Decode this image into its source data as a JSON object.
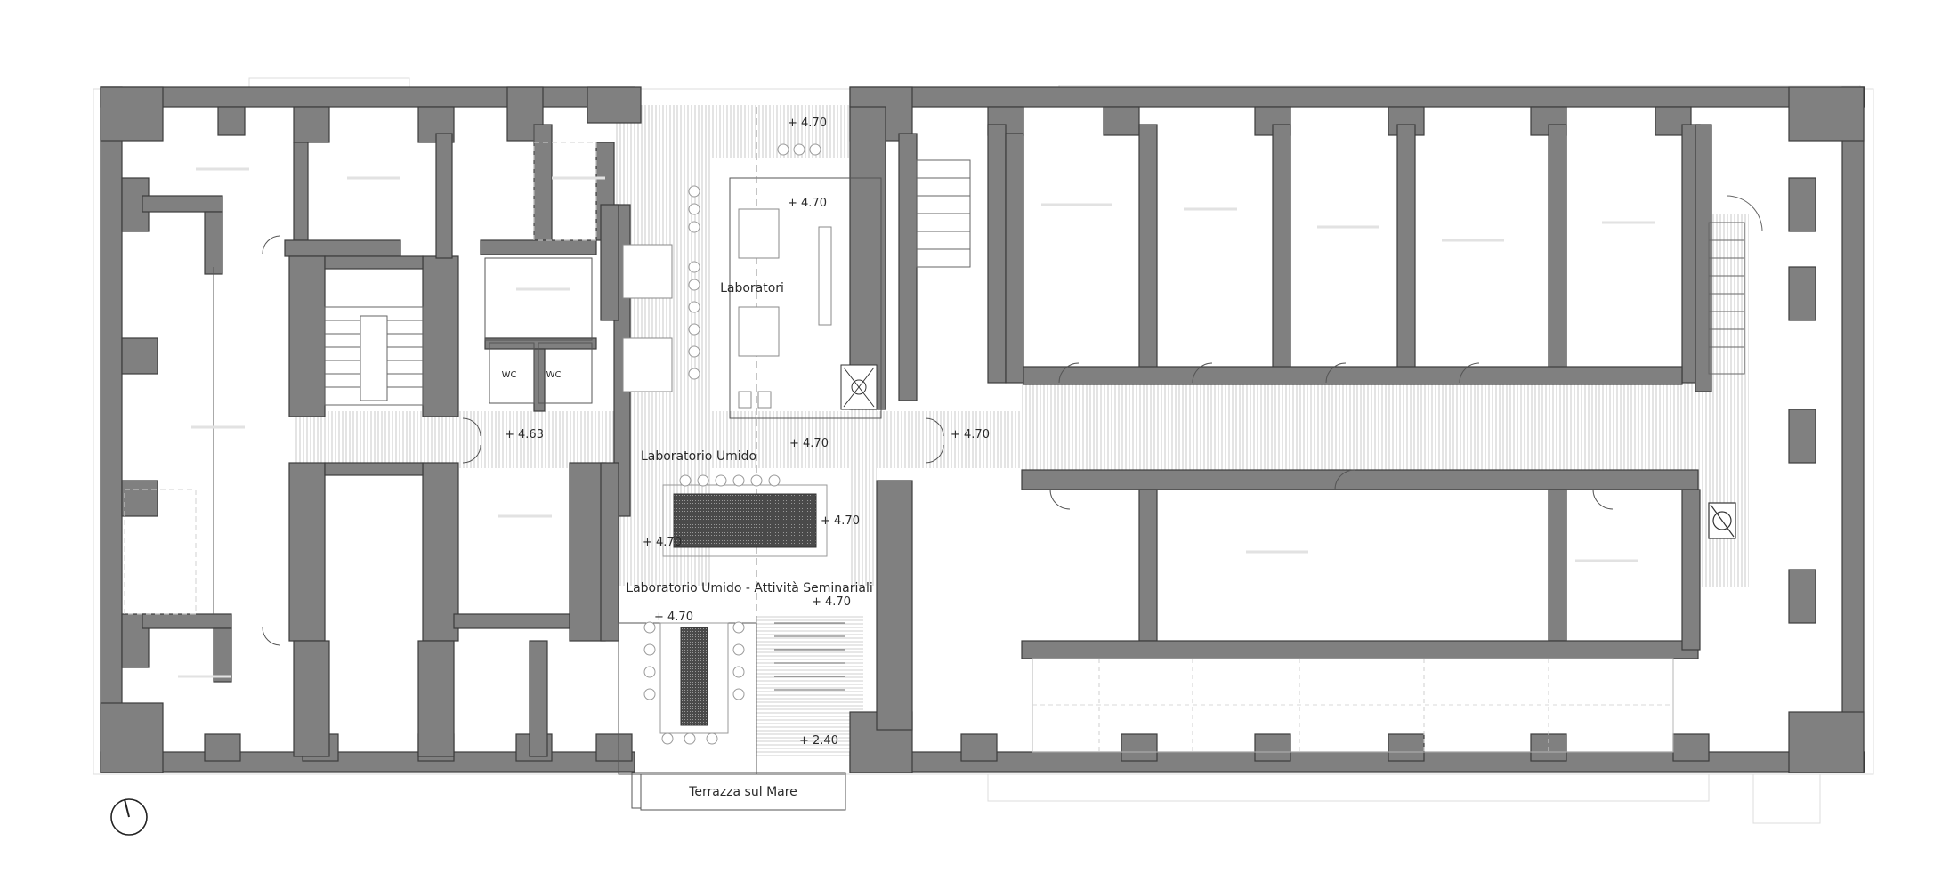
{
  "rooms": {
    "laboratori": "Laboratori",
    "laboratorio_umido": "Laboratorio Umido",
    "laboratorio_umido_seminariali": "Laboratorio Umido - Attività Seminariali",
    "terrazza": "Terrazza sul Mare",
    "wc_1": "WC",
    "wc_2": "WC"
  },
  "levels": {
    "top_stair": "+ 4.70",
    "lab_center": "+ 4.70",
    "west_corridor": "+ 4.63",
    "central_corridor": "+ 4.70",
    "east_corridor": "+ 4.70",
    "bench_right": "+ 4.70",
    "bench_left": "+ 4.70",
    "stair_top": "+ 4.70",
    "seminar": "+ 4.70",
    "terrace_stair": "+ 2.40"
  },
  "colors": {
    "wall": "#808080",
    "wall_edge": "#3c3c3c",
    "line": "#555555",
    "hatch": "#bdbdbd",
    "floor_tint": "#f3f3f3"
  },
  "icons": {
    "north": "north-arrow-icon",
    "elevator": "elevator-icon"
  }
}
